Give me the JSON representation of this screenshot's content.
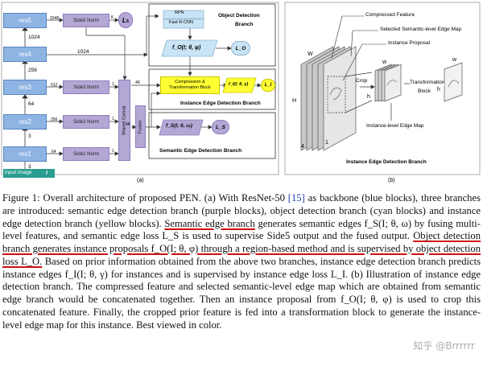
{
  "panel_a": {
    "subcaption": "(a)",
    "input_label": "input image",
    "input_symbol": "I",
    "res_blocks": [
      "res5",
      "res4",
      "res3",
      "res2",
      "res1"
    ],
    "channel_labels": [
      "1024",
      "1024",
      "256",
      "64",
      "3"
    ],
    "side_norms": [
      "Side5 Norm",
      "Side3 Norm",
      "Side2 Norm",
      "Side1 Norm"
    ],
    "side_channels": [
      "2048",
      "512",
      "256",
      "64"
    ],
    "k_labels": [
      "K",
      "1",
      "1",
      "1"
    ],
    "shared_concat": "Shared Concat",
    "fusion": "Fusion",
    "ls_top": "L",
    "ls_sub": "S",
    "label_4k_a": "4K",
    "label_4k_b": "4K",
    "label_1024_res4": "1024",
    "rpn": "RPN",
    "fast_rcnn": "Fast R-CNN",
    "detection_title_1": "Object Detection",
    "detection_title_2": "Branch",
    "fo_formula": "f_O(I; θ, φ)",
    "lo": "L_O",
    "compression_1": "Compression &",
    "compression_2": "Transformation Block",
    "fi_formula": "f_I(I; θ, γ)",
    "li": "L_I",
    "instance_title": "Instance Edge Detection Branch",
    "fs_formula": "f_S(I; θ, ω)",
    "ls": "L_S",
    "semantic_title": "Semantic Edge Detection Branch"
  },
  "panel_b": {
    "subcaption": "(b)",
    "legend": [
      "Compressed Feature",
      "Selected Semantic-level Edge Map",
      "Instance Proposal"
    ],
    "w": "W",
    "h": "H",
    "four": "4",
    "one": "1",
    "w_small": "w",
    "h_small": "h",
    "crop": "Crop",
    "transformation_1": "Transformation",
    "transformation_2": "Block",
    "w_small_2": "w",
    "h_small_2": "h",
    "instance_map": "Instance-level Edge Map",
    "title": "Instance Edge Detection Branch"
  },
  "caption": {
    "text_1": "Figure 1: Overall architecture of proposed PEN. (a) With ResNet-50 ",
    "ref": "[15]",
    "text_2": " as backbone (blue blocks), three branches are introduced: semantic edge detection branch (purple blocks), object detection branch (cyan blocks) and instance edge detection branch (yellow blocks). ",
    "underlined_1": "Semantic edge branch",
    "text_3": " generates semantic edges f_S(I; θ, ω) by fusing multi-level features, and semantic edge loss L_S is used to supervise Side5 output and the fused output. ",
    "underlined_2": "Object detection branch generates instance proposals f_O(I; θ, φ) through a region-based method and is supervised by object detection loss L_O.",
    "text_4": " Based on prior information obtained from the above two branches, instance edge detection branch predicts instance edges f_I(I; θ, γ) for instances and is supervised by instance edge loss L_I. (b) Illustration of instance edge detection branch. The compressed feature and selected semantic-level edge map which are obtained from semantic edge branch would be concatenated together. Then an instance proposal from f_O(I; θ, φ) is used to crop this concatenated feature. Finally, the cropped prior feature is fed into a transformation block to generate the instance-level edge map for this instance. Best viewed in color."
  },
  "watermark": "知乎 @Brrrrrr",
  "colors": {
    "backbone_blue": "#8eb4e3",
    "semantic_purple": "#b4a7d6",
    "detection_cyan": "#c9e4f5",
    "instance_yellow": "#ffff33",
    "underline_red": "#d01010"
  }
}
